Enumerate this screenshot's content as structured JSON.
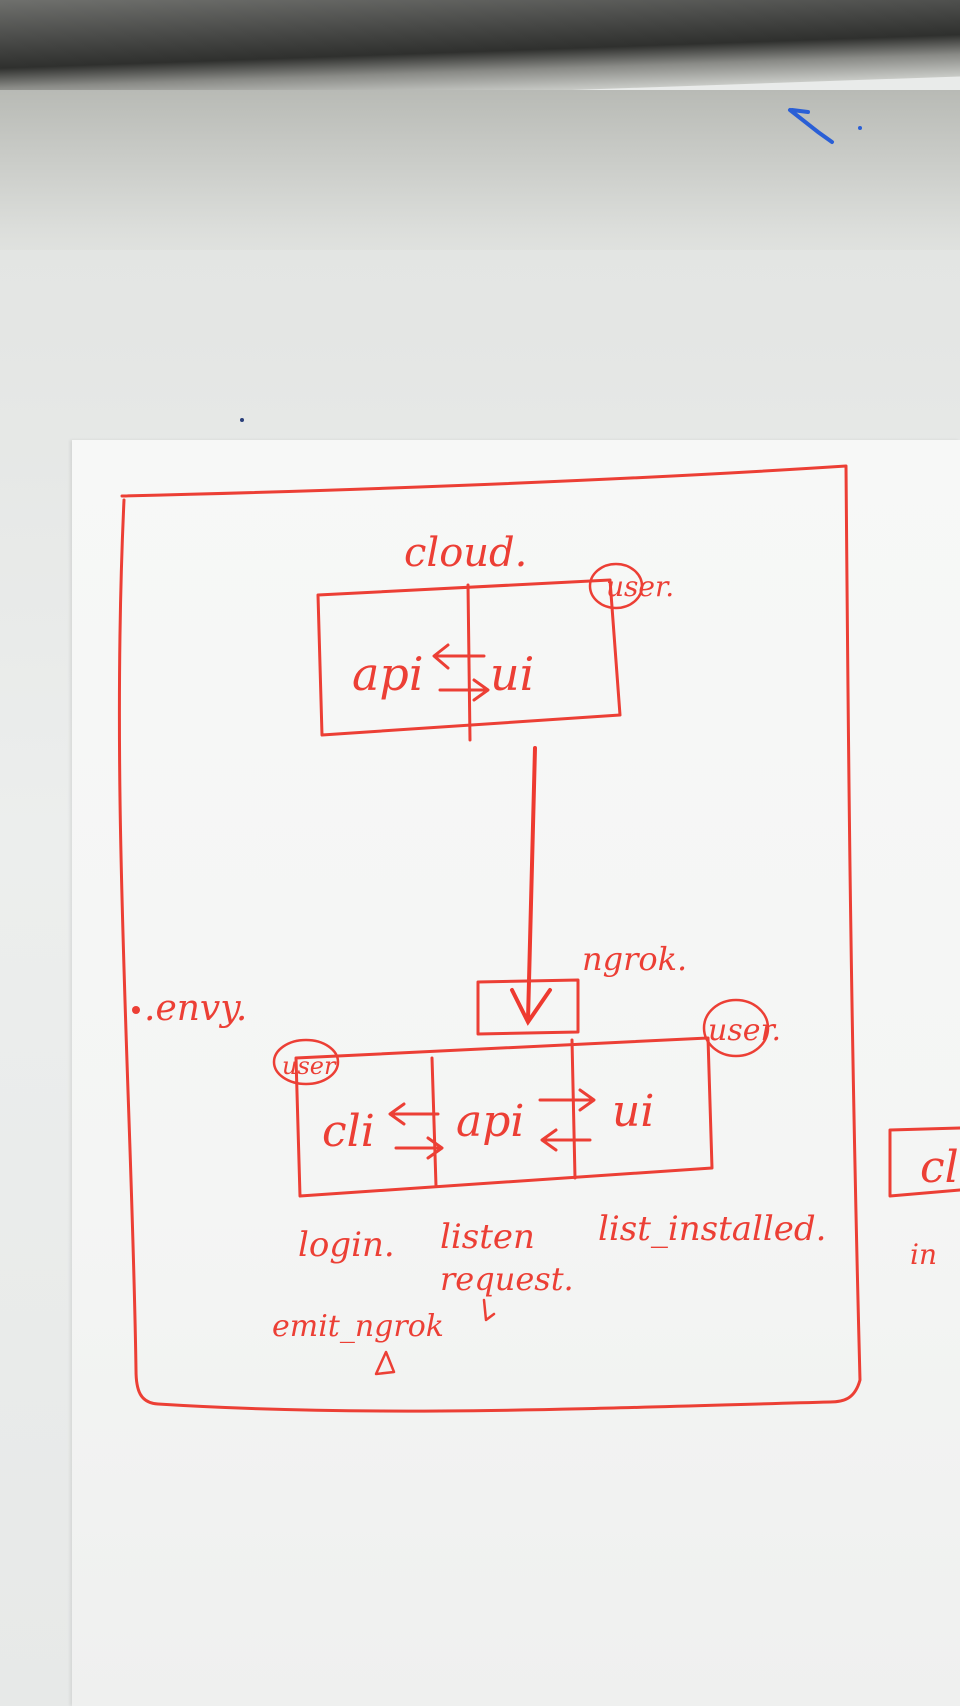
{
  "diagram": {
    "title": "cloud.",
    "cloud_box": {
      "left": "api",
      "right": "ui",
      "user_badge": "user."
    },
    "tunnel_label": "ngrok.",
    "env_label": ".envy.",
    "local_box": {
      "left": "cli",
      "middle": "api",
      "right": "ui",
      "user_badge_left": "user",
      "user_badge_right": "user."
    },
    "commands": {
      "login": "login.",
      "listen": "listen",
      "list_installed": "list_installed.",
      "emit_ngrok": "emit_ngrok",
      "request": "request."
    },
    "partial_right_box": "cl",
    "partial_right_text": "in"
  },
  "colors": {
    "marker": "#ec3f35",
    "paper": "#f5f6f5",
    "wall": "#e6e8e7"
  }
}
